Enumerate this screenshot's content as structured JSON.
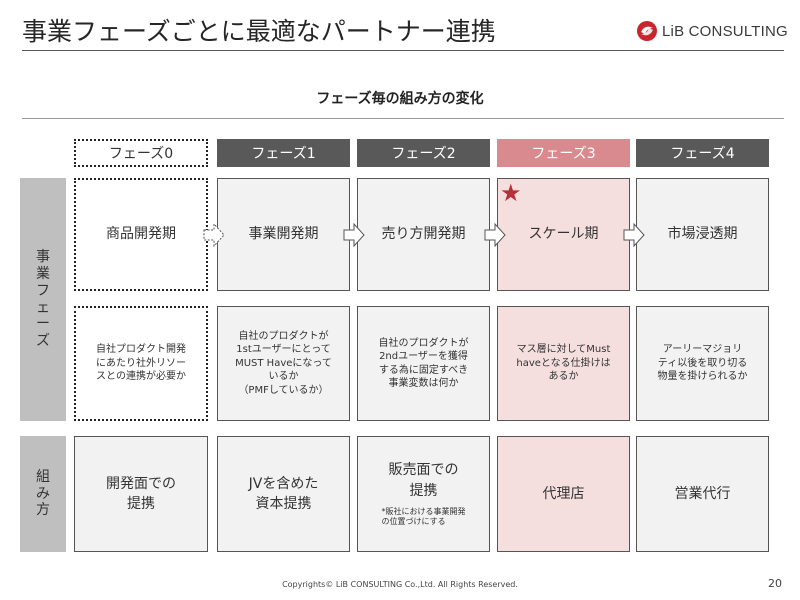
{
  "slide": {
    "title": "事業フェーズごとに最適なパートナー連携",
    "logo_text": "LiB CONSULTING",
    "logo_icon": "lib-consulting-logo-icon",
    "subtitle": "フェーズ毎の組み方の変化",
    "copyright": "Copyrights© LiB CONSULTING Co.,Ltd.  All Rights Reserved.",
    "page_number": "20"
  },
  "phases": [
    "フェーズ0",
    "フェーズ1",
    "フェーズ2",
    "フェーズ3",
    "フェーズ4"
  ],
  "highlighted_phase": "フェーズ3",
  "row_labels": {
    "business_phase": "事業フェーズ",
    "partnering": "組み方"
  },
  "stages": [
    "商品開発期",
    "事業開発期",
    "売り方開発期",
    "スケール期",
    "市場浸透期"
  ],
  "issues": [
    "自社プロダクト開発\nにあたり社外リソー\nスとの連携が必要か",
    "自社のプロダクトが\n1stユーザーにとって\nMUST Haveになって\nいるか\n（PMFしているか）",
    "自社のプロダクトが\n2ndユーザーを獲得\nする為に固定すべき\n事業変数は何か",
    "マス層に対してMust\nhaveとなる仕掛けは\nあるか",
    "アーリーマジョリ\nティ以後を取り切る\n物量を掛けられるか"
  ],
  "partnerships": [
    {
      "label": "開発面での\n提携",
      "note": ""
    },
    {
      "label": "JVを含めた\n資本提携",
      "note": ""
    },
    {
      "label": "販売面での\n提携",
      "note": "*販社における事業開発\nの位置づけにする"
    },
    {
      "label": "代理店",
      "note": ""
    },
    {
      "label": "営業代行",
      "note": ""
    }
  ],
  "colors": {
    "dark_header": "#595959",
    "highlight_header": "#d98a8e",
    "highlight_cell": "#f5dede",
    "cell_fill": "#f2f2f2",
    "side_label": "#bfbfbf",
    "star": "#b5313a",
    "logo_red": "#c8252d"
  }
}
